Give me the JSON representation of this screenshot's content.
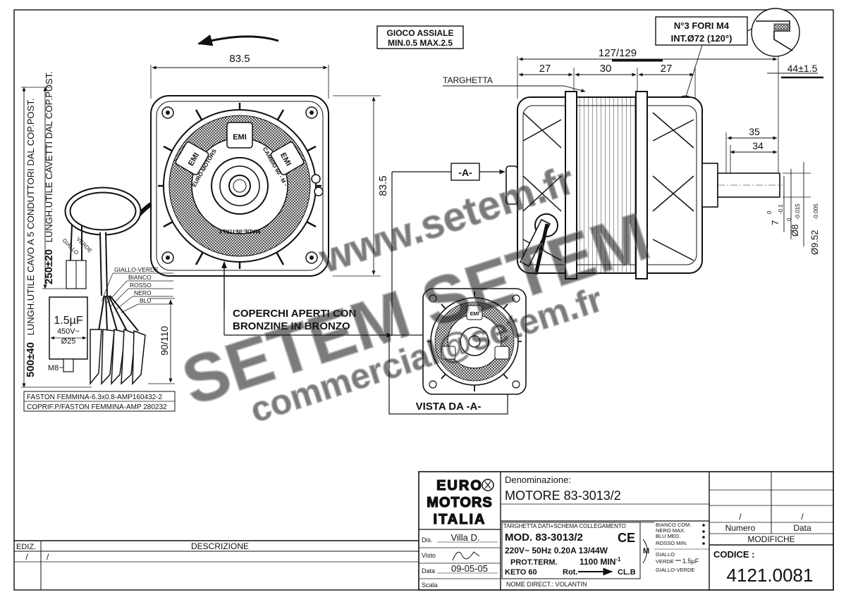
{
  "notes": {
    "gioco_line1": "GIOCO ASSIALE",
    "gioco_line2": "MIN.0.5  MAX.2.5",
    "fori_line1": "N°3 FORI M4",
    "fori_line2": "INT.Ø72 (120°)",
    "coperchi_line1": "COPERCHI APERTI CON",
    "coperchi_line2": "BRONZINE IN BRONZO",
    "targhetta": "TARGHETTA",
    "vista": "VISTA DA -A-",
    "arrow_a": "-A-"
  },
  "dimensions": {
    "width_front": "83.5",
    "height_front": "83.5",
    "total_length": "127/129",
    "seg1": "27",
    "seg2": "30",
    "seg3": "27",
    "shaft_out": "44±1.5",
    "shaft_35": "35",
    "shaft_34": "34",
    "tol_7": "7",
    "tol_7_up": "0",
    "tol_7_low": "-0.1",
    "dia8": "Ø8",
    "dia8_up": "0",
    "dia8_low": "-0.015",
    "dia952": "Ø9.52",
    "dia952_low": "-0.005",
    "side_90_110": "90/110",
    "cable_500": "500±40",
    "cable_500_text": "LUNGH.UTILE CAVO A 5 CONDUTTORI DAL COP.POST.",
    "cable_250": "250±20",
    "cable_250_text": "LUNGH.UTILE CAVETTI DAL COP.POST."
  },
  "wiring": {
    "giallo": "GIALLO",
    "verde": "VERDE",
    "wires": [
      "GIALLO-VERDE",
      "BIANCO",
      "ROSSO",
      "NERO",
      "BLU"
    ],
    "cap_value": "1.5µF",
    "cap_voltage": "450V~",
    "cap_dia": "Ø25",
    "m8": "M8",
    "faston1": "FASTON FEMMINA-6.3x0.8-AMP160432-2",
    "faston2": "COPRIF.P/FASTON FEMMINA-AMP 280232"
  },
  "motor_labels": {
    "emi": "EMI",
    "euro_motors": "EURO-MOTORS",
    "cambio": "CAMBIO 60 - M -",
    "made_in": "MADE-IN-ITALY"
  },
  "watermark": {
    "line1": "www.setem.fr",
    "line2": "SETEM SETEM",
    "line3": "commercial@setem.fr"
  },
  "titleblock": {
    "logo_lines": [
      "EURO",
      "MOTORS",
      "ITALIA"
    ],
    "denominazione_label": "Denominazione:",
    "denominazione": "MOTORE 83-3013/2",
    "targhetta_hdr": "TARGHETTA DATI+SCHEMA COLLEGAMENTO",
    "mod": "MOD. 83-3013/2",
    "ce": "CE",
    "specs": "220V~ 50Hz 0.20A 13/44W",
    "m": "M",
    "prot": "PROT.TERM.",
    "rpm": "1100 MIN",
    "rpm_exp": "-1",
    "keto": "KETO 60",
    "rot": "Rot.",
    "clb": "CL.B",
    "wire_map": [
      "BIANCO  COM.",
      "NERO    MAX.",
      "BLU     MED.",
      "ROSSO   MIN."
    ],
    "giallo_verde_a": "GIALLO",
    "giallo_verde_b": "VERDE",
    "cap_small": "1.5µF",
    "giallo_verde_c": "GIALLO-VERDE",
    "nome_direct": "NOME DIRECT.: VOLANTIN",
    "dis_label": "Dis.",
    "dis_value": "Villa D.",
    "visto_label": "Visto",
    "data_label": "Data",
    "data_value": "09-05-05",
    "scala_label": "Scala",
    "numero": "Numero",
    "data_col": "Data",
    "modifiche": "MODIFICHE",
    "slash1": "/",
    "slash2": "/",
    "codice_label": "CODICE :",
    "codice": "4121.0081",
    "ediz": "EDIZ.",
    "descrizione": "DESCRIZIONE",
    "ediz_slash": "/",
    "desc_slash": "/"
  }
}
